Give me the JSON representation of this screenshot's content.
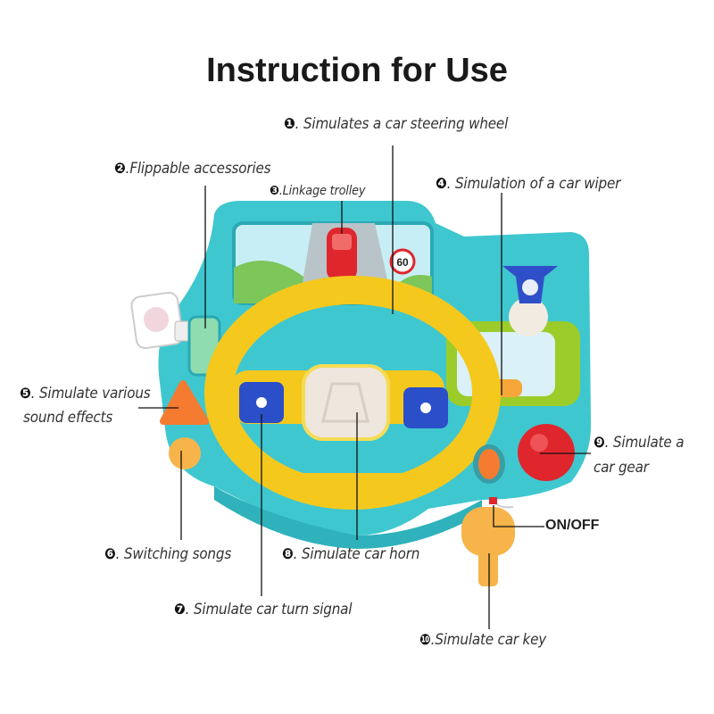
{
  "title": "Instruction for Use",
  "labels": [
    {
      "num": "❶",
      "text": ". Simulates a car steering wheel"
    },
    {
      "num": "❷",
      "text": ".Flippable accessories"
    },
    {
      "num": "❸",
      "text": ".Linkage trolley"
    },
    {
      "num": "❹",
      "text": ". Simulation of a car wiper"
    },
    {
      "num": "❺",
      "text": ". Simulate various",
      "text2": "sound effects"
    },
    {
      "num": "❻",
      "text": ". Switching songs"
    },
    {
      "num": "❼",
      "text": ". Simulate car turn signal"
    },
    {
      "num": "❽",
      "text": ". Simulate car horn"
    },
    {
      "num": "❾",
      "text": ". Simulate a",
      "text2": "car gear"
    },
    {
      "num": "❿",
      "text": ".Simulate car key"
    }
  ],
  "onoff": "ON/OFF",
  "speed_sign": "60",
  "colors": {
    "body": "#3fc7cf",
    "wheel": "#f5c81e",
    "gear": "#e0262d",
    "key": "#f7b44a",
    "turn_signal": "#2a4fc9"
  }
}
